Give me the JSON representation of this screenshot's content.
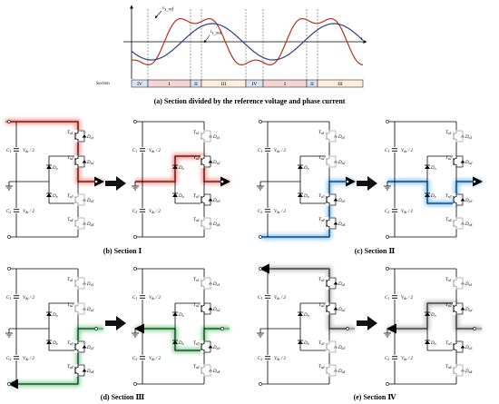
{
  "waveform": {
    "v_ref_label": "v",
    "v_ref_sub": "s_ref",
    "i_out_label": "i",
    "i_out_sub": "s_out",
    "t_label": "t",
    "section_label": "Section",
    "sections": [
      {
        "label": "IV",
        "color": "#d7e3f3"
      },
      {
        "label": "I",
        "color": "#f5d3d3"
      },
      {
        "label": "II",
        "color": "#d7e3f3"
      },
      {
        "label": "III",
        "color": "#fdeedd"
      },
      {
        "label": "IV",
        "color": "#d7e3f3"
      },
      {
        "label": "I",
        "color": "#f5d3d3"
      },
      {
        "label": "II",
        "color": "#d7e3f3"
      },
      {
        "label": "III",
        "color": "#fdeedd"
      }
    ],
    "colors": {
      "v_ref": "#b5301c",
      "i_out": "#2a3f8a"
    }
  },
  "captions": {
    "a": "(a) Section divided by the reference voltage and phase current",
    "b": "(b) Section Ⅰ",
    "c": "(c) Section Ⅱ",
    "d": "(d) Section Ⅲ",
    "e": "(e) Section Ⅳ"
  },
  "circuit": {
    "c1": "C",
    "c1_sub": "1",
    "c2": "C",
    "c2_sub": "2",
    "vdc": "V",
    "vdc_sub": "dc",
    "vdc_tail": "/ 2",
    "ta1": "T",
    "ta1_sub": "a1",
    "ta2": "T",
    "ta2_sub": "a2",
    "ta3": "T",
    "ta3_sub": "a3",
    "ta4": "T",
    "ta4_sub": "a4",
    "da1": "D",
    "da1_sub": "a1",
    "da2": "D",
    "da2_sub": "a2",
    "da3": "D",
    "da3_sub": "a3",
    "da4": "D",
    "da4_sub": "a4",
    "dn": "D",
    "dn_sub": "n",
    "dp": "D",
    "dp_sub": "n"
  },
  "highlight_colors": {
    "section1": "#e85a52",
    "section2": "#4aa8f0",
    "section3": "#4fb86a",
    "section4": "#9a9a9a"
  }
}
